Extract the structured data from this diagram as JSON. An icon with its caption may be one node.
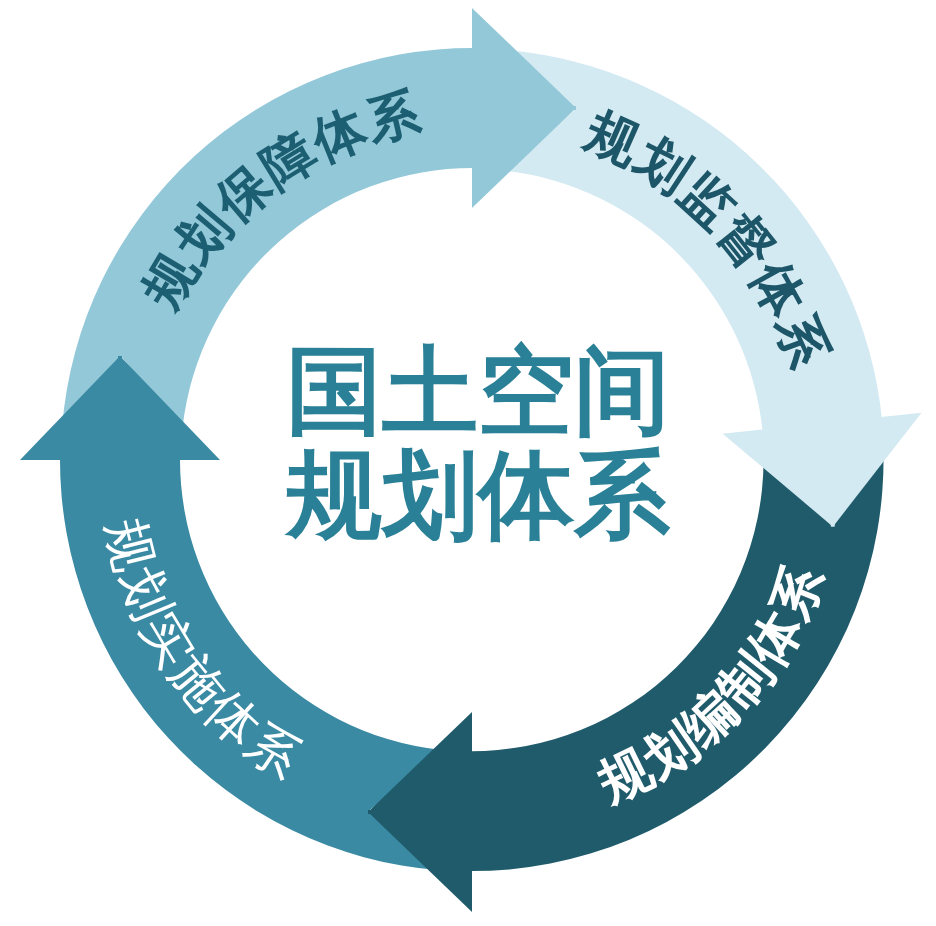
{
  "diagram": {
    "title": "国土空间规划体系",
    "nodes": [
      {
        "text": [
          "规划保障体系"
        ]
      },
      {
        "text": [
          "规划监督体系"
        ]
      },
      {
        "text": [
          "规划编制体系"
        ]
      },
      {
        "text": [
          "规划实施体系"
        ]
      }
    ],
    "edges": [
      {
        "from": 0,
        "to": 1,
        "arrow": "to",
        "color": "#93c8d9"
      },
      {
        "from": 1,
        "to": 2,
        "arrow": "to",
        "color": "#d4eaf2"
      },
      {
        "from": 2,
        "to": 3,
        "arrow": "to",
        "color": "#1f5b6b"
      },
      {
        "from": 3,
        "to": 0,
        "arrow": "to",
        "color": "#3a8aa3"
      }
    ]
  }
}
